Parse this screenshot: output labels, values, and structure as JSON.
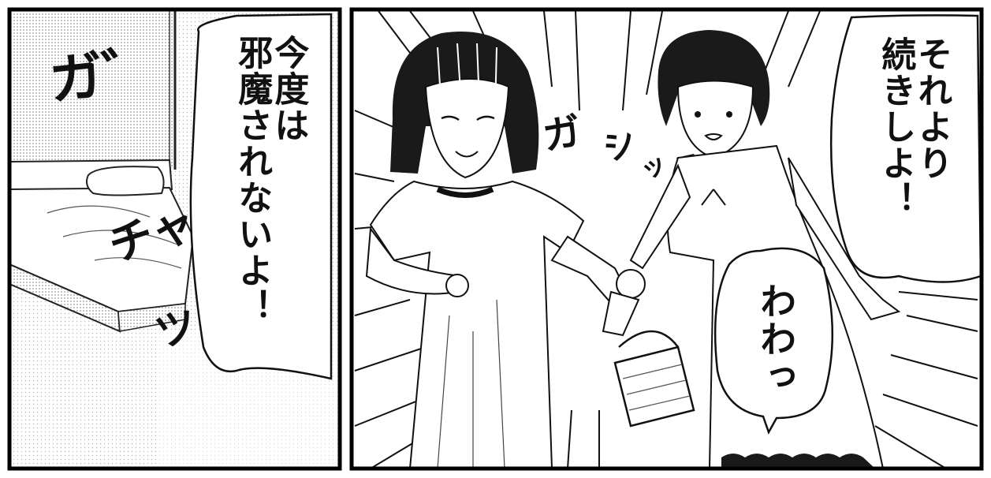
{
  "panels": {
    "left": {
      "sfx_ga": "ガ",
      "sfx_ga_mark": "゛",
      "sfx_cha": "チャ",
      "sfx_tsu": "ツ",
      "speech": "今度は\n邪魔されないよ！"
    },
    "right": {
      "sfx_ga": "ガ",
      "sfx_shi": "シ",
      "sfx_tsu": "ッ",
      "speech_top": "それより\n続きしよ！",
      "speech_bottom": "わわっ"
    }
  }
}
